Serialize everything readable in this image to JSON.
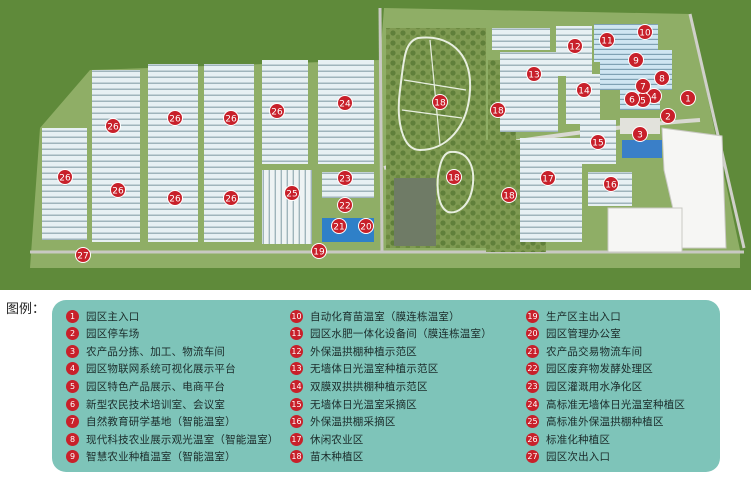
{
  "legend_title": "图例：",
  "marker_color": "#c8202a",
  "legend": [
    {
      "num": "1",
      "label": "园区主入口"
    },
    {
      "num": "2",
      "label": "园区停车场"
    },
    {
      "num": "3",
      "label": "农产品分拣、加工、物流车间"
    },
    {
      "num": "4",
      "label": "园区物联网系统可视化展示平台"
    },
    {
      "num": "5",
      "label": "园区特色产品展示、电商平台"
    },
    {
      "num": "6",
      "label": "新型农民技术培训室、会议室"
    },
    {
      "num": "7",
      "label": "自然教育研学基地（智能温室）"
    },
    {
      "num": "8",
      "label": "现代科技农业展示观光温室（智能温室）"
    },
    {
      "num": "9",
      "label": "智慧农业种植温室（智能温室）"
    },
    {
      "num": "10",
      "label": "自动化育苗温室（膜连栋温室）"
    },
    {
      "num": "11",
      "label": "园区水肥一体化设备间（膜连栋温室）"
    },
    {
      "num": "12",
      "label": "外保温拱棚种植示范区"
    },
    {
      "num": "13",
      "label": "无墙体日光温室种植示范区"
    },
    {
      "num": "14",
      "label": "双膜双拱拱棚种植示范区"
    },
    {
      "num": "15",
      "label": "无墙体日光温室采摘区"
    },
    {
      "num": "16",
      "label": "外保温拱棚采摘区"
    },
    {
      "num": "17",
      "label": "休闲农业区"
    },
    {
      "num": "18",
      "label": "苗木种植区"
    },
    {
      "num": "19",
      "label": "生产区主出入口"
    },
    {
      "num": "20",
      "label": "园区管理办公室"
    },
    {
      "num": "21",
      "label": "农产品交易物流车间"
    },
    {
      "num": "22",
      "label": "园区废弃物发酵处理区"
    },
    {
      "num": "23",
      "label": "园区灌溉用水净化区"
    },
    {
      "num": "24",
      "label": "高标准无墙体日光温室种植区"
    },
    {
      "num": "25",
      "label": "高标准外保温拱棚种植区"
    },
    {
      "num": "26",
      "label": "标准化种植区"
    },
    {
      "num": "27",
      "label": "园区次出入口"
    }
  ],
  "map_markers": [
    {
      "num": "1"
    },
    {
      "num": "2"
    },
    {
      "num": "3"
    },
    {
      "num": "4"
    },
    {
      "num": "5"
    },
    {
      "num": "6"
    },
    {
      "num": "7"
    },
    {
      "num": "8"
    },
    {
      "num": "9"
    },
    {
      "num": "10"
    },
    {
      "num": "11"
    },
    {
      "num": "12"
    },
    {
      "num": "13"
    },
    {
      "num": "14"
    },
    {
      "num": "15"
    },
    {
      "num": "16"
    },
    {
      "num": "17"
    },
    {
      "num": "18"
    },
    {
      "num": "18"
    },
    {
      "num": "18"
    },
    {
      "num": "18"
    },
    {
      "num": "19"
    },
    {
      "num": "20"
    },
    {
      "num": "21"
    },
    {
      "num": "22"
    },
    {
      "num": "23"
    },
    {
      "num": "24"
    },
    {
      "num": "25"
    },
    {
      "num": "26"
    },
    {
      "num": "26"
    },
    {
      "num": "26"
    },
    {
      "num": "26"
    },
    {
      "num": "26"
    },
    {
      "num": "26"
    },
    {
      "num": "26"
    },
    {
      "num": "26"
    },
    {
      "num": "27"
    }
  ]
}
